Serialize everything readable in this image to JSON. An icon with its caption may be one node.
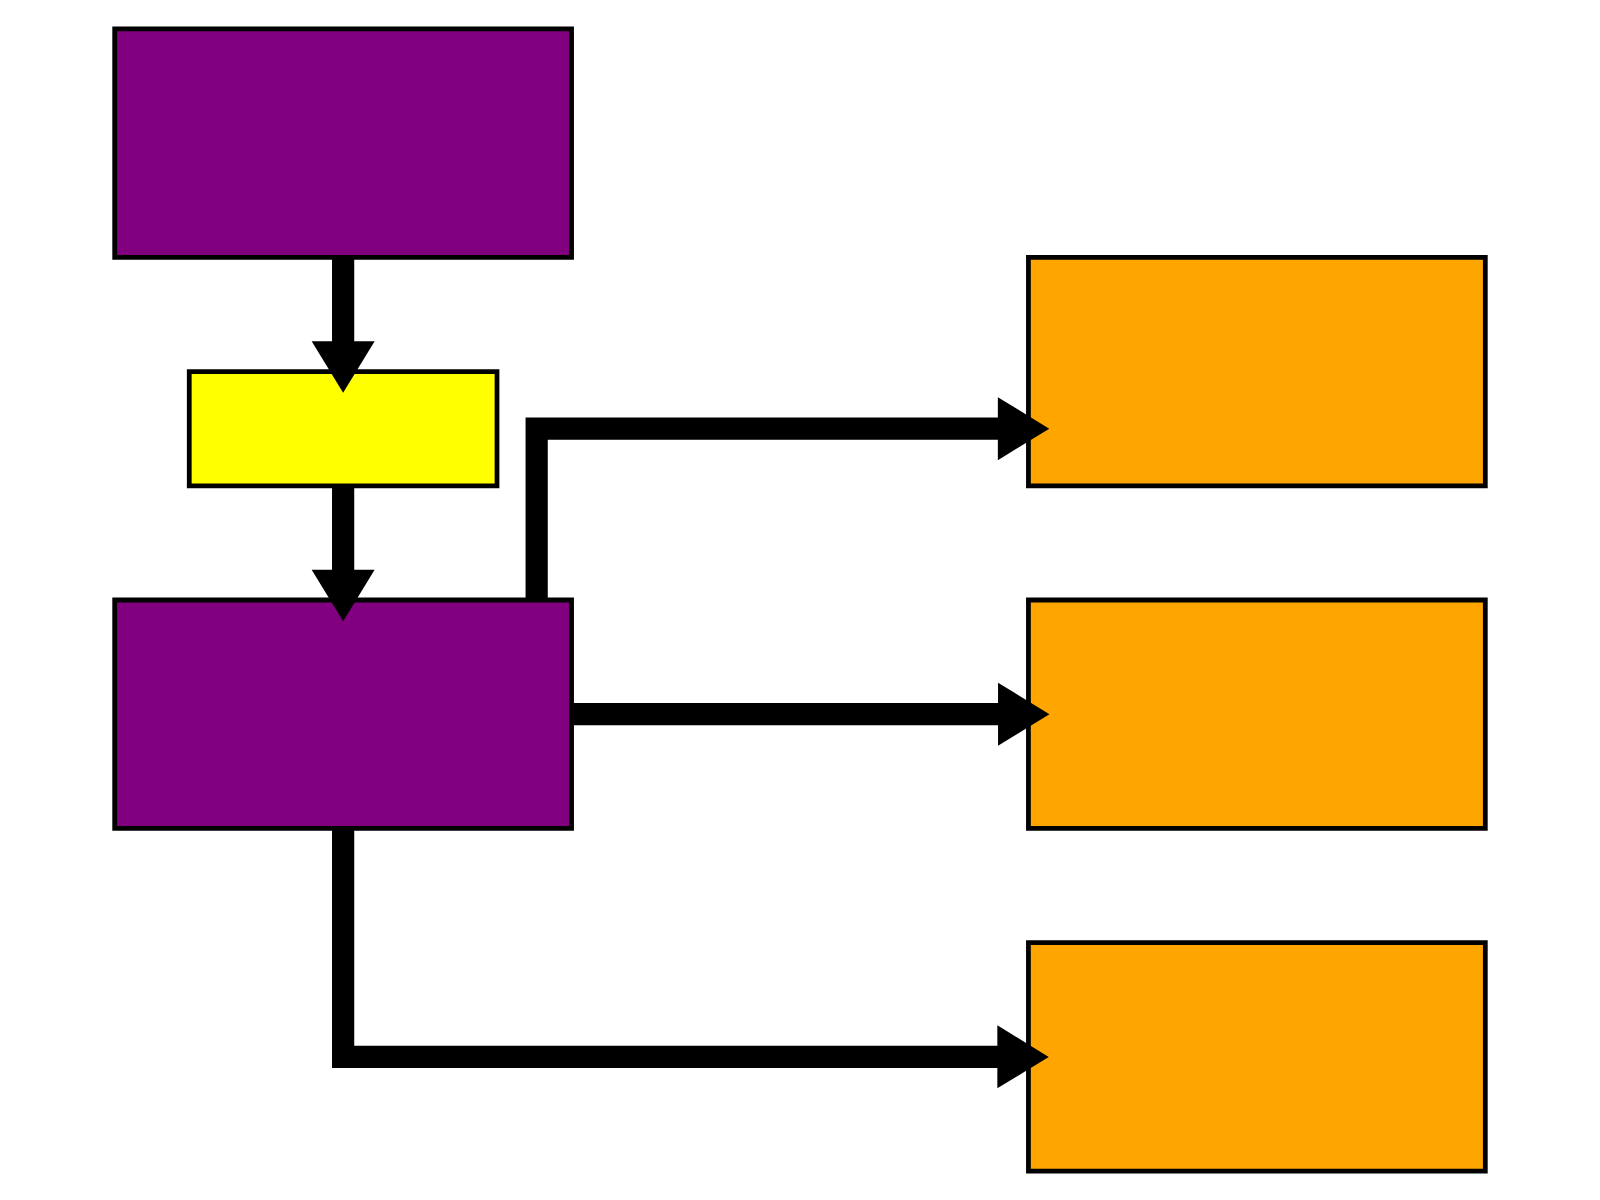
{
  "diagram": {
    "nodes": [
      {
        "text": [],
        "shape": "box"
      },
      {
        "text": [],
        "shape": "box"
      },
      {
        "text": [],
        "shape": "box"
      },
      {
        "text": [],
        "shape": "box"
      },
      {
        "text": [],
        "shape": "box"
      },
      {
        "text": [],
        "shape": "box"
      }
    ],
    "edges": [
      {
        "from": 0,
        "to": 1,
        "arrow": "to"
      },
      {
        "from": 1,
        "to": 2,
        "arrow": "to"
      },
      {
        "from": 2,
        "to": 3,
        "arrow": "to"
      },
      {
        "from": 2,
        "to": 4,
        "arrow": "to"
      },
      {
        "from": 2,
        "to": 5,
        "arrow": "to"
      }
    ]
  }
}
